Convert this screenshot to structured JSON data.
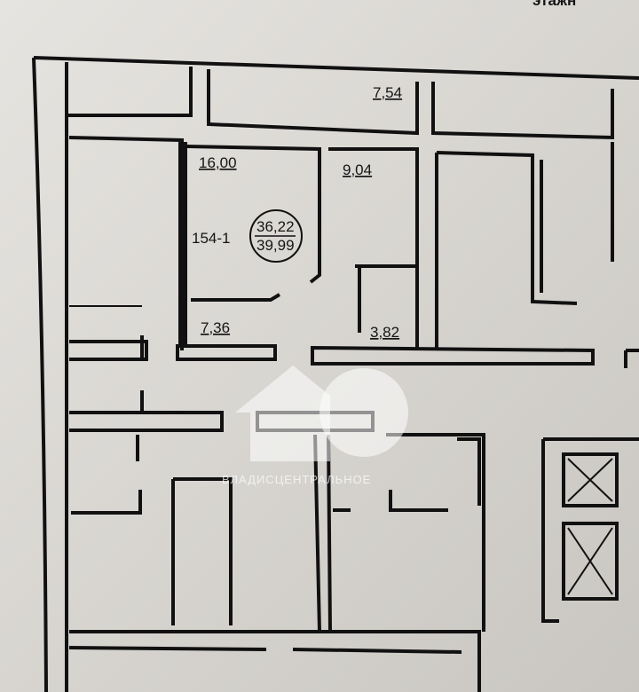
{
  "header": {
    "floor_title": "этажн"
  },
  "apartment": {
    "number": "154-1",
    "living_area": "36,22",
    "total_area": "39,99"
  },
  "rooms": {
    "room_main": "16,00",
    "kitchen": "9,04",
    "hall": "7,36",
    "bathroom": "3,82",
    "balcony": "7,54"
  },
  "watermark": {
    "logo": "10",
    "text": "ВЛАДИСЦЕНТРАЛЬНОЕ"
  }
}
